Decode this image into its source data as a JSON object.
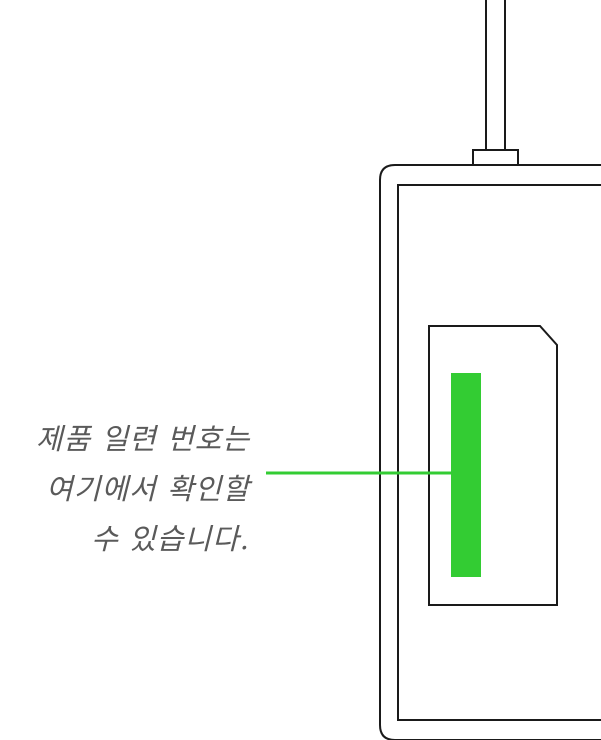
{
  "callout": {
    "lines": [
      "제품 일련 번호는",
      "여기에서 확인할",
      "수 있습니다."
    ]
  },
  "colors": {
    "outline": "#1a1a1a",
    "highlight": "#33cc33",
    "text": "#5a5a5a",
    "background": "#ffffff"
  }
}
